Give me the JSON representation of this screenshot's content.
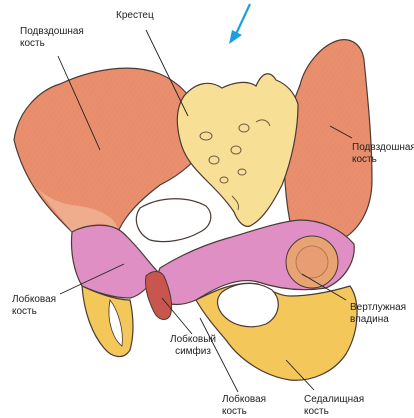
{
  "labels": {
    "ilium_left": {
      "line1": "Подвздошная",
      "line2": "кость"
    },
    "sacrum": {
      "line1": "Крестец"
    },
    "ilium_right": {
      "line1": "Подвздошная",
      "line2": "кость"
    },
    "pubic_left": {
      "line1": "Лобковая",
      "line2": "кость"
    },
    "acetabulum": {
      "line1": "Вертлужная",
      "line2": "впадина"
    },
    "symphysis": {
      "line1": "Лобковый",
      "line2": "симфиз"
    },
    "pubic_bottom": {
      "line1": "Лобковая",
      "line2": "кость"
    },
    "ischium": {
      "line1": "Седалищная",
      "line2": "кость"
    }
  },
  "colors": {
    "ilium": "#e98f6e",
    "ilium_light": "#f2b99b",
    "sacrum": "#f8df96",
    "pubis": "#df8fc4",
    "ischium": "#f3c75a",
    "symphysis": "#c9564e",
    "acetabulum": "#e8a373",
    "arrow": "#1aa0de",
    "outline": "#4a3a34",
    "leader": "#222222"
  }
}
